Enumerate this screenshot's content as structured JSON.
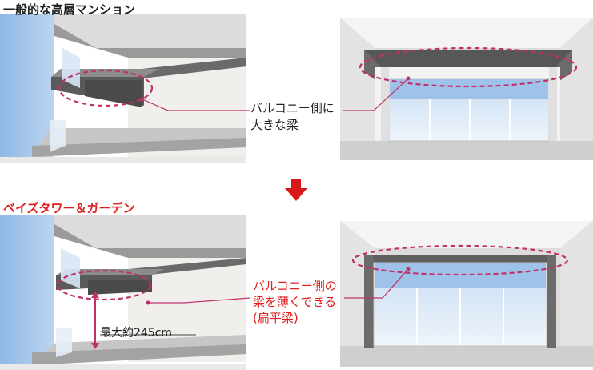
{
  "section_top": {
    "title": "一般的な高層マンション"
  },
  "section_bottom": {
    "title": "ベイズタワー＆ガーデン"
  },
  "callout_top": {
    "line1": "バルコニー側に",
    "line2": "大きな梁"
  },
  "callout_bottom": {
    "line1": "バルコニー側の",
    "line2": "梁を薄くできる",
    "line3": "(扁平梁)"
  },
  "dimension": {
    "label": "最大約245cm"
  },
  "colors": {
    "accent": "#e02020",
    "callout_line": "#c0306a",
    "sky": "#a8c8ea",
    "beam_dark": "#5a5a5a",
    "concrete": "#c8c8c8",
    "wall": "#eeeeee",
    "arrow": "#d81818"
  }
}
